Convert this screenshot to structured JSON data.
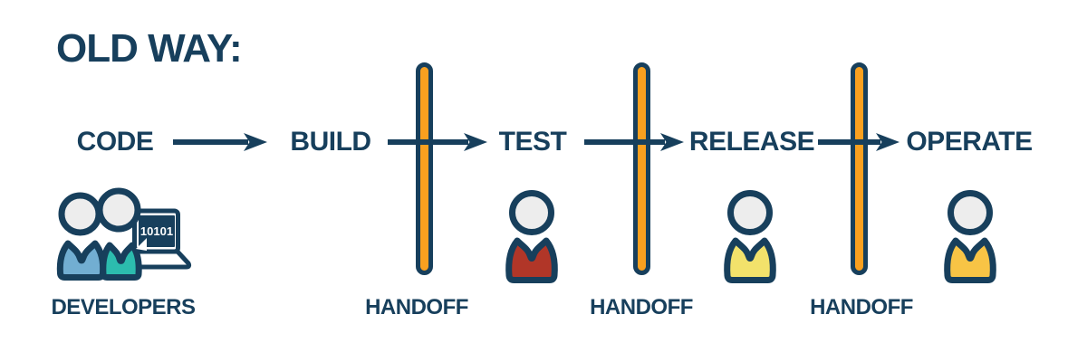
{
  "colors": {
    "navy": "#173F5C",
    "orange": "#F9A01F",
    "head-grey": "#EDEDED",
    "dev-blue": "#72AED2",
    "dev-teal": "#2CBCAE",
    "tester-red": "#B13628",
    "release-yellow": "#F2E26B",
    "operate-gold": "#F8C445",
    "background": "#FFFFFF"
  },
  "title": "OLD WAY:",
  "pipeline": {
    "stages": [
      {
        "label": "CODE"
      },
      {
        "label": "BUILD"
      },
      {
        "label": "TEST"
      },
      {
        "label": "RELEASE"
      },
      {
        "label": "OPERATE"
      }
    ]
  },
  "developers": {
    "label": "DEVELOPERS",
    "laptop_text": "10101"
  },
  "handoffs": [
    {
      "label": "HANDOFF"
    },
    {
      "label": "HANDOFF"
    },
    {
      "label": "HANDOFF"
    }
  ]
}
